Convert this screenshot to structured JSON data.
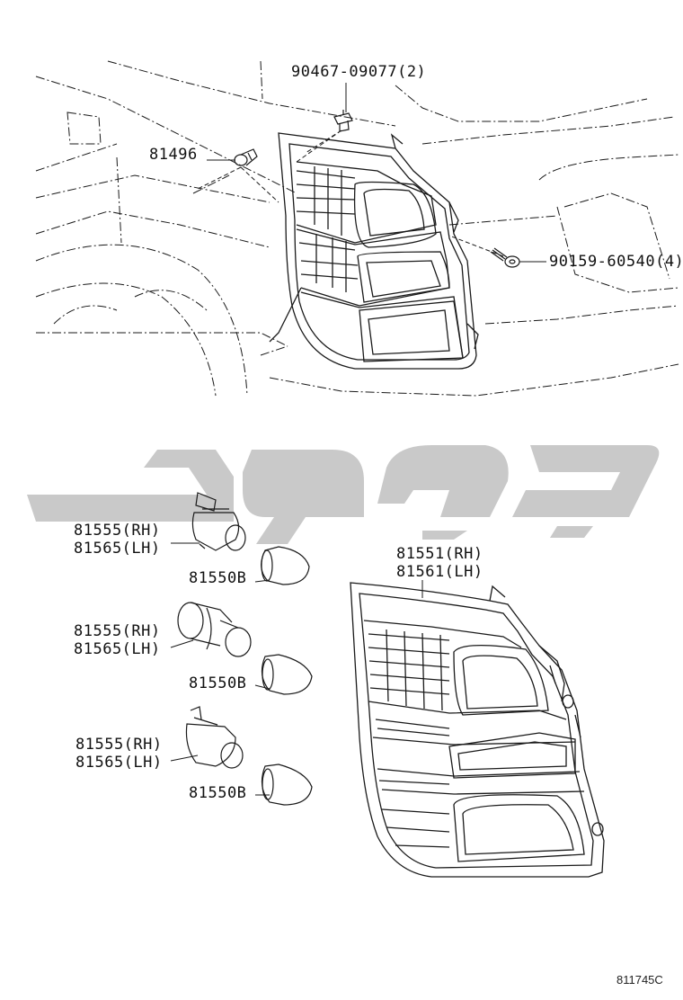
{
  "callouts": {
    "clip_top": "90467-09077(2)",
    "clip_left": "81496",
    "screw": "90159-60540(4)",
    "lamp_assembly_rh": "81551(RH)",
    "lamp_assembly_lh": "81561(LH)",
    "socket_1_rh": "81555(RH)",
    "socket_1_lh": "81565(LH)",
    "bulb_1": "81550B",
    "socket_2_rh": "81555(RH)",
    "socket_2_lh": "81565(LH)",
    "bulb_2": "81550B",
    "socket_3_rh": "81555(RH)",
    "socket_3_lh": "81565(LH)",
    "bulb_3": "81550B"
  },
  "watermark": "قطع غيار",
  "diagram_ref": "811745C",
  "colors": {
    "line": "#1a1a1a",
    "watermark": "#c9c9c9",
    "background": "#ffffff"
  }
}
